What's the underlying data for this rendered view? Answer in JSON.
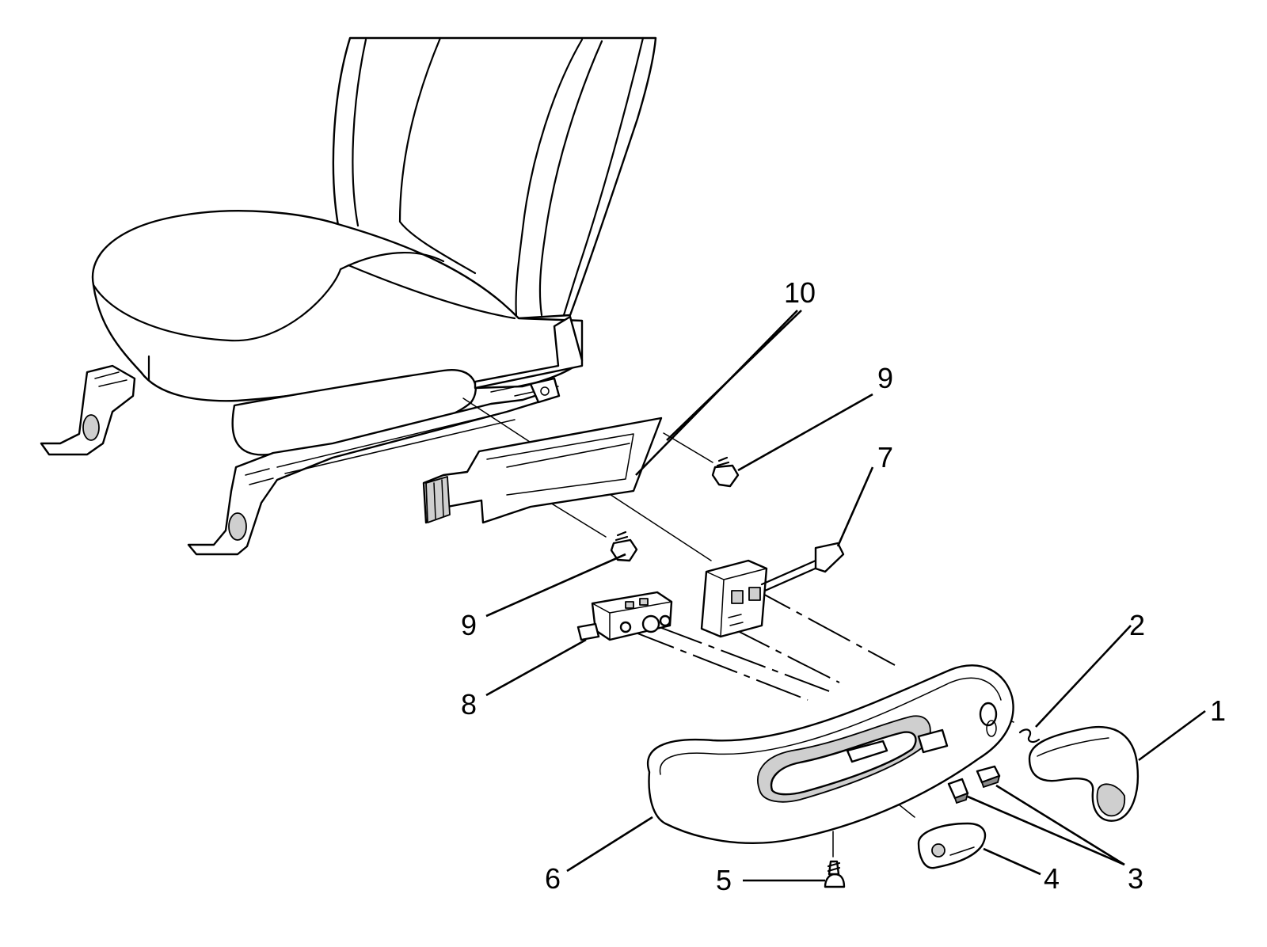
{
  "callouts": [
    {
      "id": "c1",
      "label": "1"
    },
    {
      "id": "c2",
      "label": "2"
    },
    {
      "id": "c3",
      "label": "3"
    },
    {
      "id": "c4",
      "label": "4"
    },
    {
      "id": "c5",
      "label": "5"
    },
    {
      "id": "c6",
      "label": "6"
    },
    {
      "id": "c7",
      "label": "7"
    },
    {
      "id": "c8",
      "label": "8"
    },
    {
      "id": "c9a",
      "label": "9"
    },
    {
      "id": "c9b",
      "label": "9"
    },
    {
      "id": "c10",
      "label": "10"
    }
  ]
}
